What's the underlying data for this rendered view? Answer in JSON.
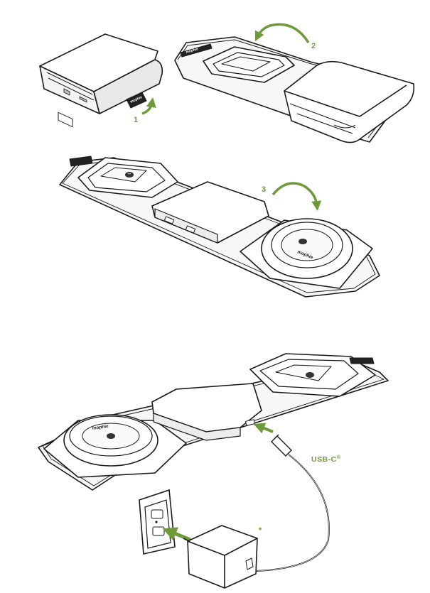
{
  "steps": {
    "step1": "1",
    "step2": "2",
    "step3": "3"
  },
  "brand": {
    "name": "mophie"
  },
  "connector": {
    "label": "USB-C",
    "superscript": "®",
    "asterisk": "*"
  },
  "colors": {
    "accent": "#6e9a3a",
    "line": "#1a1a1a",
    "fill": "#ffffff",
    "shade": "#e9e9e9"
  },
  "icons": [
    "curved-arrow",
    "straight-arrow",
    "wireless-charging-icon",
    "wall-outlet",
    "power-adapter",
    "usb-c-cable"
  ]
}
